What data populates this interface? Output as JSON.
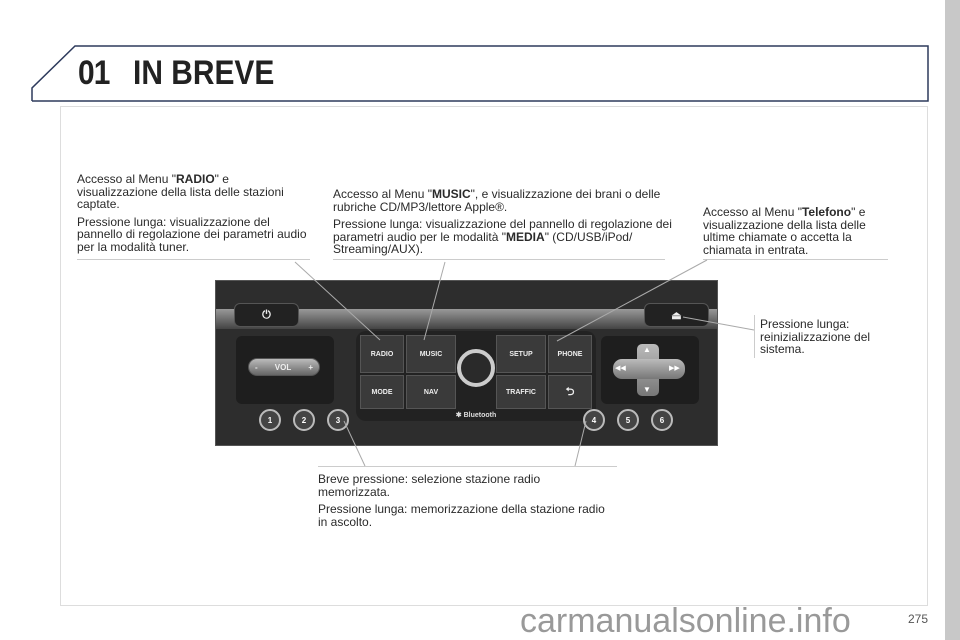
{
  "header": {
    "number": "01",
    "title": "IN BREVE"
  },
  "callouts": {
    "radio": {
      "p1_pre": "Accesso al Menu \"",
      "p1_bold": "RADIO",
      "p1_post": "\" e visualizzazione della lista delle stazioni captate.",
      "p2": "Pressione lunga: visualizzazione del pannello di regolazione dei parametri audio per la modalità tuner."
    },
    "music": {
      "p1_pre": "Accesso al Menu \"",
      "p1_bold": "MUSIC",
      "p1_post": "\", e visualizzazione dei brani o delle rubriche CD/MP3/lettore Apple®.",
      "p2_pre": "Pressione lunga: visualizzazione del pannello di regolazione dei parametri audio per le modalità \"",
      "p2_bold": "MEDIA",
      "p2_post": "\" (CD/USB/iPod/ Streaming/AUX)."
    },
    "phone": {
      "p1_pre": "Accesso al Menu \"",
      "p1_bold": "Telefono",
      "p1_post": "\" e visualizzazione della lista delle ultime chiamate o accetta la chiamata in entrata."
    },
    "eject": {
      "p1": "Pressione lunga: reinizializzazione del sistema."
    },
    "presets": {
      "p1": "Breve pressione: selezione stazione radio memorizzata.",
      "p2": "Pressione lunga: memorizzazione della stazione radio in ascolto."
    }
  },
  "radio_panel": {
    "buttons": {
      "radio": "RADIO",
      "music": "MUSIC",
      "setup": "SETUP",
      "phone": "PHONE",
      "mode": "MODE",
      "nav": "NAV",
      "traffic": "TRAFFIC",
      "vol": "VOL",
      "vol_minus": "-",
      "vol_plus": "+",
      "power": "⏻",
      "eject": "⏏",
      "back": "⮌",
      "prev": "◀◀",
      "next": "▶▶",
      "up": "▲",
      "down": "▼"
    },
    "bluetooth": "Bluetooth",
    "presets": [
      "1",
      "2",
      "3",
      "4",
      "5",
      "6"
    ]
  },
  "page_number": "275",
  "watermark": "carmanualsonline.info"
}
